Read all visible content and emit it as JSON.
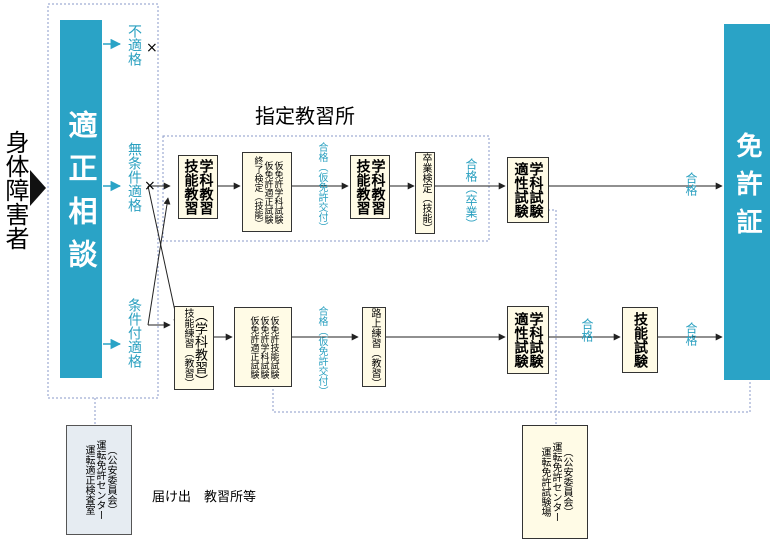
{
  "left_label": "身体障害者",
  "consult_box": "適正相談",
  "license_box": "免許証",
  "designated_school_title": "指定教習所",
  "outcomes": {
    "fail": "不適格",
    "no_condition": "無条件適格",
    "conditional": "条件付適格",
    "cross_mark": "×"
  },
  "top_row": {
    "box1": [
      "学科教習",
      "技能教習"
    ],
    "box2": [
      "仮免許学科試験",
      "仮免許適正試験",
      "終了検定（技能）"
    ],
    "label_pass_temp": "合格（仮免許交付）",
    "box3": [
      "学科教習",
      "技能教習"
    ],
    "box4": "卒業検定（技能）",
    "label_pass_grad": "合格（卒業）",
    "box5": [
      "学科試験",
      "適性試験"
    ],
    "label_pass": "合格"
  },
  "bottom_row": {
    "box1": [
      "（学科教習）",
      "技能練習（教習）"
    ],
    "box2": [
      "仮免許技能試験",
      "仮免許学科試験",
      "仮免許適正試験"
    ],
    "label_pass_temp": "合格（仮免許交付）",
    "box3": "路上練習（教習）",
    "box4": [
      "学科試験",
      "適性試験"
    ],
    "label_pass1": "合格",
    "box5": "技能試験",
    "label_pass2": "合格"
  },
  "notes": {
    "center_office": [
      "（公安委員会）",
      "運転免許センター",
      "運転適正検査室"
    ],
    "notify": "届け出　教習所等",
    "test_center": [
      "（公安委員会）",
      "運転免許センター",
      "運転免許試験場"
    ]
  },
  "colors": {
    "accent": "#2aa3c6",
    "label_teal": "#2aa0c0",
    "box_fill": "#fffbe6",
    "note_fill": "#e6ecf2"
  }
}
